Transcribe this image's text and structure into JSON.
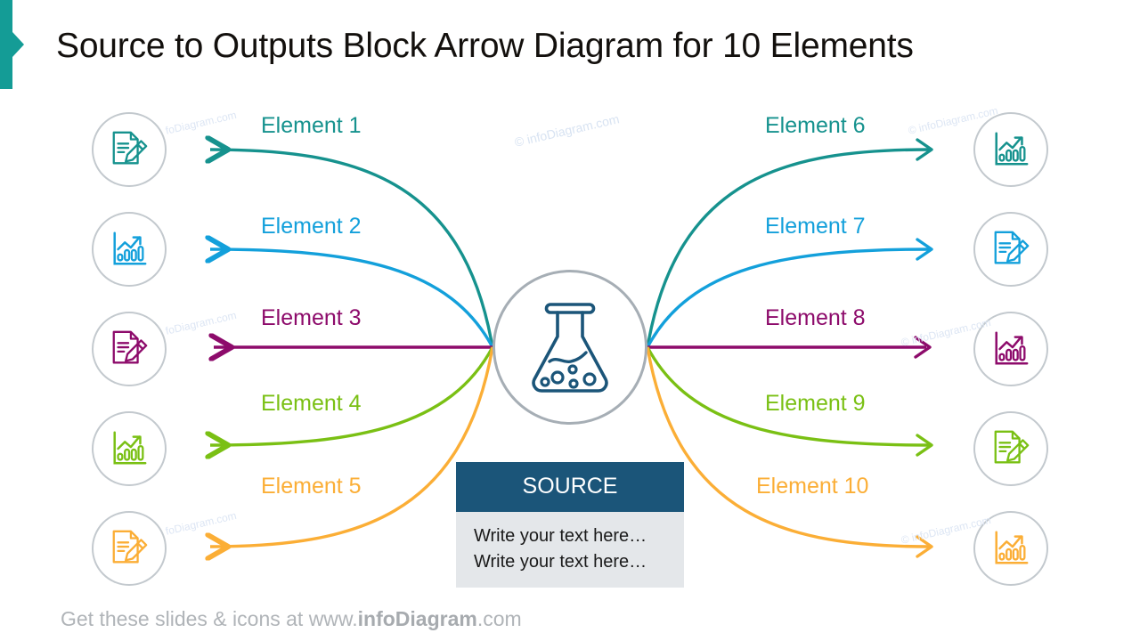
{
  "slide": {
    "title": "Source to Outputs Block Arrow Diagram for 10 Elements",
    "accent_color": "#149C96",
    "background": "#FFFFFF"
  },
  "center": {
    "icon": "flask-icon",
    "icon_color": "#1B5579",
    "ring_color": "#A6AEB5"
  },
  "source_box": {
    "header": "SOURCE",
    "header_bg": "#1B5579",
    "header_color": "#FFFFFF",
    "body_bg": "#E4E7EA",
    "lines": [
      "Write your text here…",
      "Write your text here…"
    ]
  },
  "palette": {
    "teal": "#16928E",
    "blue": "#13A0DB",
    "purple": "#8D0B6B",
    "green": "#7AC014",
    "orange": "#FBAE36"
  },
  "elements": [
    {
      "label": "Element 1",
      "color": "#16928E",
      "side": "left",
      "icon": "document-pencil-icon"
    },
    {
      "label": "Element 2",
      "color": "#13A0DB",
      "side": "left",
      "icon": "bar-chart-arrow-icon"
    },
    {
      "label": "Element 3",
      "color": "#8D0B6B",
      "side": "left",
      "icon": "document-pencil-icon"
    },
    {
      "label": "Element 4",
      "color": "#7AC014",
      "side": "left",
      "icon": "bar-chart-arrow-icon"
    },
    {
      "label": "Element 5",
      "color": "#FBAE36",
      "side": "left",
      "icon": "document-pencil-icon"
    },
    {
      "label": "Element 6",
      "color": "#16928E",
      "side": "right",
      "icon": "bar-chart-arrow-icon"
    },
    {
      "label": "Element 7",
      "color": "#13A0DB",
      "side": "right",
      "icon": "document-pencil-icon"
    },
    {
      "label": "Element 8",
      "color": "#8D0B6B",
      "side": "right",
      "icon": "bar-chart-arrow-icon"
    },
    {
      "label": "Element 9",
      "color": "#7AC014",
      "side": "right",
      "icon": "document-pencil-icon"
    },
    {
      "label": "Element 10",
      "color": "#FBAE36",
      "side": "right",
      "icon": "bar-chart-arrow-icon"
    }
  ],
  "footer": {
    "prefix": "Get these slides & icons at www.",
    "brand": "infoDiagram",
    "suffix": ".com"
  },
  "watermark": {
    "text": "© infoDiagram.com",
    "short": "foDiagram.com",
    "color": "#D8E3F2"
  }
}
